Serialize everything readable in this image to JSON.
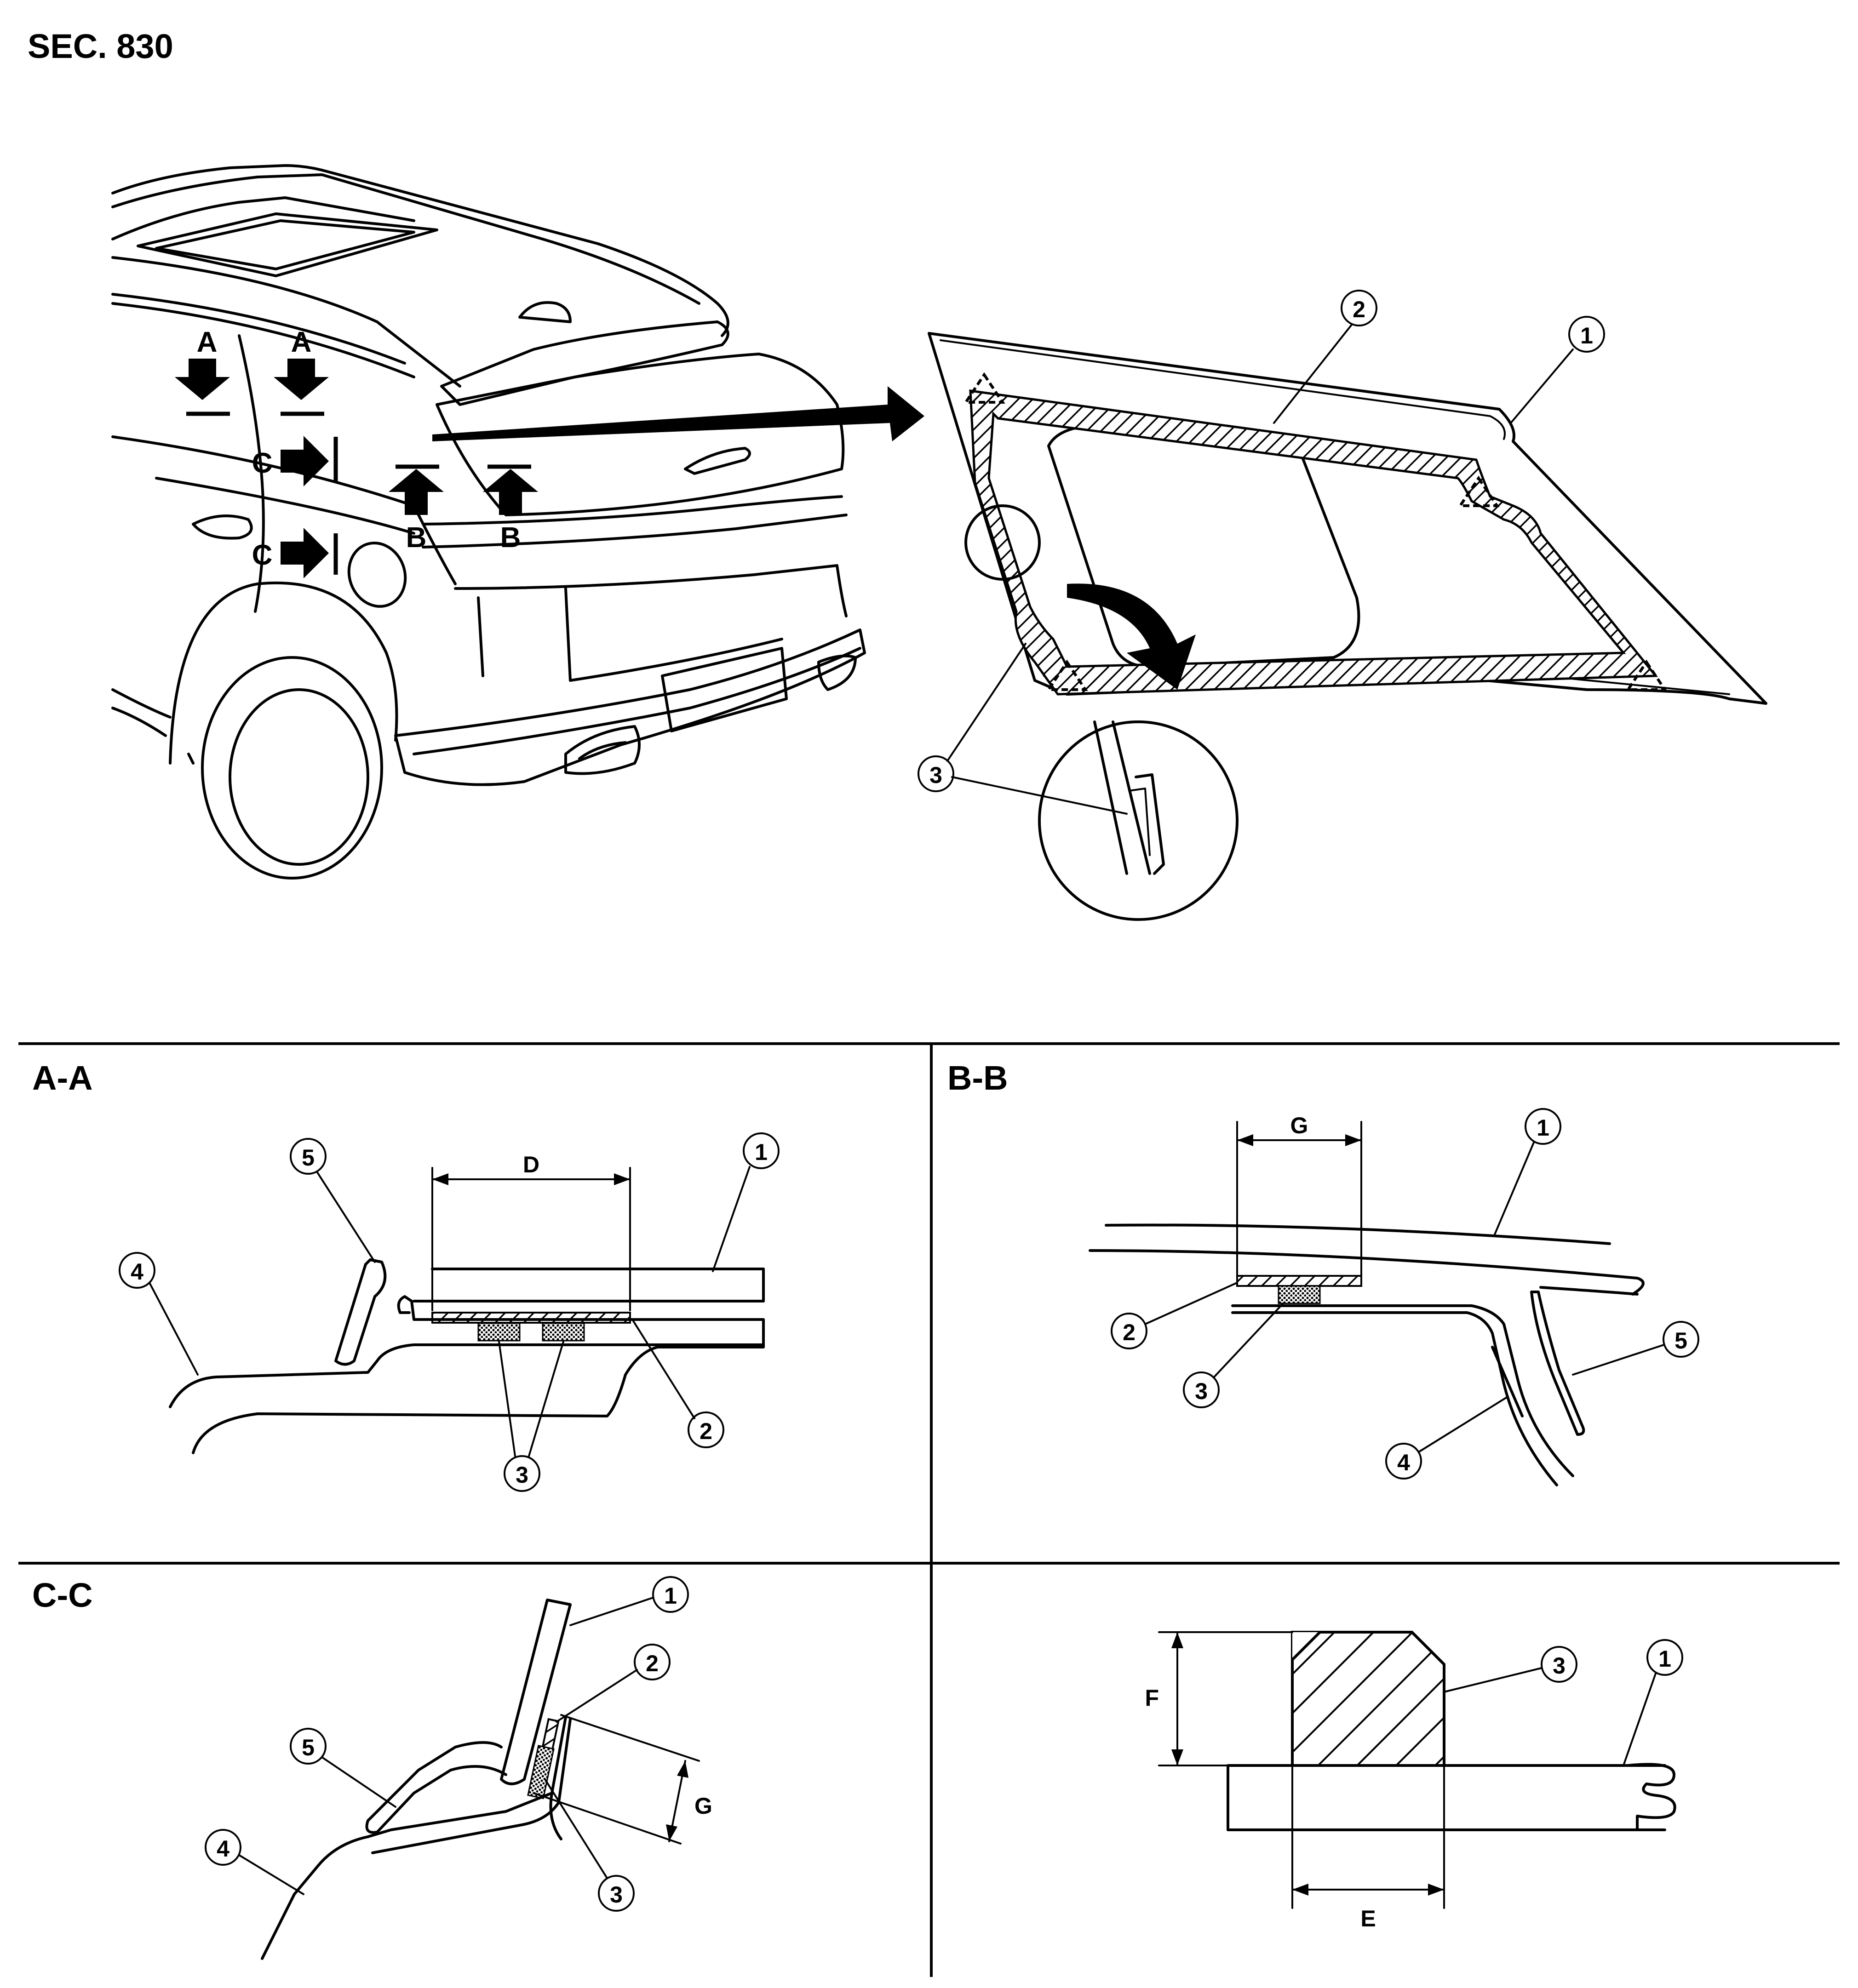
{
  "section_label": "SEC. 830",
  "panels": {
    "aa": "A-A",
    "bb": "B-B",
    "cc": "C-C"
  },
  "section_marks": {
    "a": "A",
    "b": "B",
    "c": "C"
  },
  "callouts": {
    "n1": "1",
    "n2": "2",
    "n3": "3",
    "n4": "4",
    "n5": "5"
  },
  "dimensions": {
    "d": "D",
    "e": "E",
    "f": "F",
    "g": "G"
  }
}
